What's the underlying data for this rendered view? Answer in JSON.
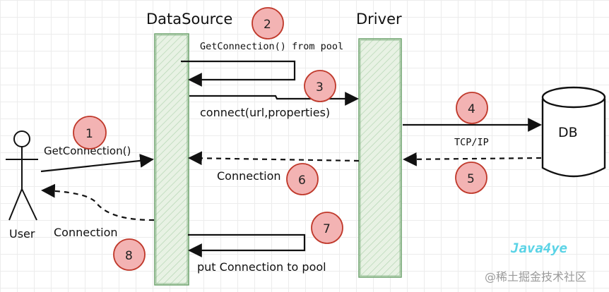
{
  "participants": {
    "datasource": "DataSource",
    "driver": "Driver",
    "db": "DB",
    "user": "User"
  },
  "messages": {
    "m1": "GetConnection()",
    "m2": "GetConnection() from pool",
    "m3": "connect(url,properties)",
    "m4": "TCP/IP",
    "m6": "Connection",
    "m8": "Connection",
    "m7": "put Connection to pool"
  },
  "steps": [
    "1",
    "2",
    "3",
    "4",
    "5",
    "6",
    "7",
    "8"
  ],
  "brand": "Java4ye",
  "watermark": "@稀土掘金技术社区",
  "colors": {
    "lifeline_fill": "#e8f2e4",
    "lifeline_stroke": "#6aa06a",
    "step_circle_fill": "#f3b3b3",
    "step_circle_stroke": "#c0392b",
    "brand": "#5ad3e6"
  }
}
